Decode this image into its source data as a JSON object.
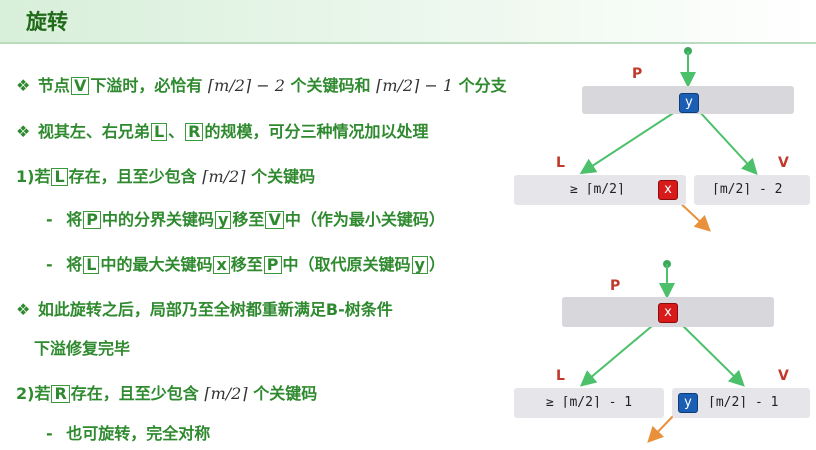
{
  "title": "旋转",
  "lines": {
    "l1": {
      "bullet": "❖",
      "a": "节点",
      "v": "V",
      "b": "下溢时，必恰有",
      "m1": "⌈m/2⌉ − 2",
      "c": "个关键码和",
      "m2": "⌈m/2⌉ − 1",
      "d": "个分支"
    },
    "l2": {
      "bullet": "❖",
      "a": "视其左、右兄弟",
      "L": "L",
      "sep": "、",
      "R": "R",
      "b": "的规模，可分三种情况加以处理"
    },
    "l3": {
      "a": "1)若",
      "L": "L",
      "b": "存在，且至少包含",
      "m": "⌈m/2⌉",
      "c": "个关键码"
    },
    "l4": {
      "dash": "-",
      "a": "将",
      "P": "P",
      "b": "中的分界关键码",
      "y": "y",
      "c": "移至",
      "V": "V",
      "d": "中（作为最小关键码）"
    },
    "l5": {
      "dash": "-",
      "a": "将",
      "L": "L",
      "b": "中的最大关键码",
      "x": "x",
      "c": "移至",
      "P": "P",
      "d": "中（取代原关键码",
      "y": "y",
      "e": "）"
    },
    "l6": {
      "bullet": "❖",
      "a": "如此旋转之后，局部乃至全树都重新满足B-树条件"
    },
    "l7": {
      "a": "下溢修复完毕"
    },
    "l8": {
      "a": "2)若",
      "R": "R",
      "b": "存在，且至少包含",
      "m": "⌈m/2⌉",
      "c": "个关键码"
    },
    "l9": {
      "dash": "-",
      "a": "也可旋转，完全对称"
    }
  },
  "diagram_top": {
    "P": "P",
    "L": "L",
    "V": "V",
    "parent_key": "y",
    "left_text": "≥ ⌈m/2⌉",
    "left_key": "x",
    "right_text": "⌈m/2⌉ - 2"
  },
  "diagram_bottom": {
    "P": "P",
    "L": "L",
    "V": "V",
    "parent_key": "x",
    "left_text": "≥ ⌈m/2⌉ - 1",
    "right_key": "y",
    "right_text": "⌈m/2⌉ - 1"
  },
  "colors": {
    "green": "#2f8a2f",
    "edge": "#4cc06a",
    "orange": "#e8913a",
    "red_key": "#d91a1a",
    "blue_key": "#1a5fb4"
  }
}
